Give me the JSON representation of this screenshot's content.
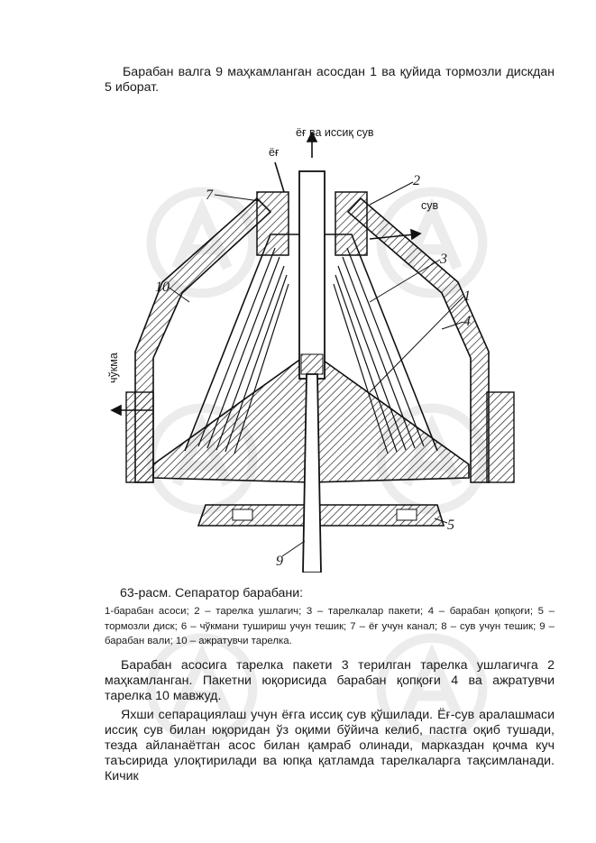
{
  "text": {
    "para_top": "Барабан валга 9 маҳкамланган асосдан 1 ва қуйида тормозли дискдан 5 иборат.",
    "caption_title": "63-расм. Сепаратор барабани:",
    "caption_legend": "1-барабан асоси; 2 – тарелка ушлагич; 3 – тарелкалар пакети; 4 – барабан қопқоғи; 5 – тормозли диск; 6 – чўкмани тушириш учун тешик; 7 – ёғ учун канал; 8 – сув учун тешик; 9 – барабан вали; 10 – ажратувчи тарелка.",
    "para_mid": "Барабан асосига тарелка пакети 3 терилган тарелка ушлагичга 2 маҳкамланган. Пакетни юқорисида барабан қопқоғи 4 ва ажратувчи тарелка 10 мавжуд.",
    "para_bot": "Яхши сепарациялаш учун ёғга иссиқ сув қўшилади. Ёғ-сув аралашмаси иссиқ сув билан юқоридан ўз оқими бўйича келиб, пастга оқиб тушади, тезда айланаётган асос билан қамраб олинади, марказдан қочма куч таъсирида улоқтирилади ва юпқа қатламда тарелкаларга тақсимланади. Кичик"
  },
  "figure": {
    "label_oil_water": "ёғ ва иссиқ сув",
    "label_oil": "ёғ",
    "label_water": "сув",
    "label_sediment": "чўкма",
    "numbers": [
      "7",
      "2",
      "3",
      "1",
      "10",
      "4",
      "5",
      "9"
    ]
  }
}
